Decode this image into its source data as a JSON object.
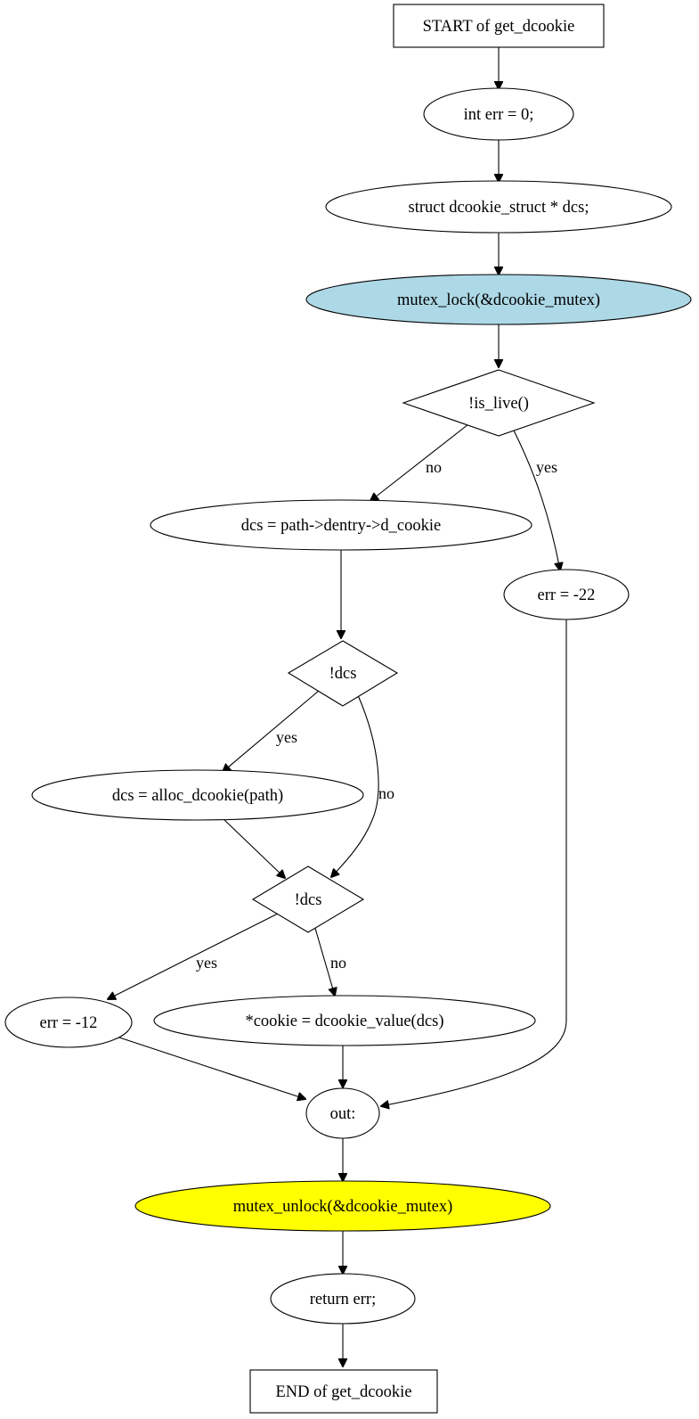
{
  "diagram": {
    "nodes": {
      "start": {
        "label": "START of get_dcookie",
        "shape": "box"
      },
      "int_err": {
        "label": "int err = 0;",
        "shape": "ellipse"
      },
      "struct_dcs": {
        "label": "struct dcookie_struct * dcs;",
        "shape": "ellipse"
      },
      "mutex_lock": {
        "label": "mutex_lock(&dcookie_mutex)",
        "shape": "ellipse",
        "fill": "#add8e6"
      },
      "is_live": {
        "label": "!is_live()",
        "shape": "diamond"
      },
      "dcs_path": {
        "label": "dcs = path->dentry->d_cookie",
        "shape": "ellipse"
      },
      "err22": {
        "label": "err = -22",
        "shape": "ellipse"
      },
      "dcs_check1": {
        "label": "!dcs",
        "shape": "diamond"
      },
      "alloc": {
        "label": "dcs = alloc_dcookie(path)",
        "shape": "ellipse"
      },
      "dcs_check2": {
        "label": "!dcs",
        "shape": "diamond"
      },
      "err12": {
        "label": "err = -12",
        "shape": "ellipse"
      },
      "cookie_val": {
        "label": "*cookie = dcookie_value(dcs)",
        "shape": "ellipse"
      },
      "out": {
        "label": "out:",
        "shape": "ellipse"
      },
      "mutex_unlock": {
        "label": "mutex_unlock(&dcookie_mutex)",
        "shape": "ellipse",
        "fill": "#ffff00"
      },
      "return_err": {
        "label": "return err;",
        "shape": "ellipse"
      },
      "end": {
        "label": "END of get_dcookie",
        "shape": "box"
      }
    },
    "edges": [
      {
        "from": "start",
        "to": "int_err",
        "label": ""
      },
      {
        "from": "int_err",
        "to": "struct_dcs",
        "label": ""
      },
      {
        "from": "struct_dcs",
        "to": "mutex_lock",
        "label": ""
      },
      {
        "from": "mutex_lock",
        "to": "is_live",
        "label": ""
      },
      {
        "from": "is_live",
        "to": "dcs_path",
        "label": "no"
      },
      {
        "from": "is_live",
        "to": "err22",
        "label": "yes"
      },
      {
        "from": "dcs_path",
        "to": "dcs_check1",
        "label": ""
      },
      {
        "from": "dcs_check1",
        "to": "alloc",
        "label": "yes"
      },
      {
        "from": "dcs_check1",
        "to": "dcs_check2",
        "label": "no"
      },
      {
        "from": "alloc",
        "to": "dcs_check2",
        "label": ""
      },
      {
        "from": "dcs_check2",
        "to": "err12",
        "label": "yes"
      },
      {
        "from": "dcs_check2",
        "to": "cookie_val",
        "label": "no"
      },
      {
        "from": "err12",
        "to": "out",
        "label": ""
      },
      {
        "from": "cookie_val",
        "to": "out",
        "label": ""
      },
      {
        "from": "err22",
        "to": "out",
        "label": ""
      },
      {
        "from": "out",
        "to": "mutex_unlock",
        "label": ""
      },
      {
        "from": "mutex_unlock",
        "to": "return_err",
        "label": ""
      },
      {
        "from": "return_err",
        "to": "end",
        "label": ""
      }
    ]
  }
}
